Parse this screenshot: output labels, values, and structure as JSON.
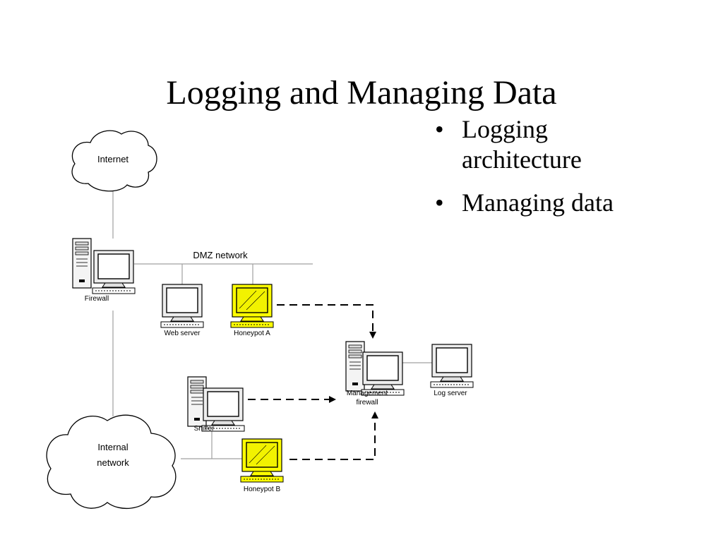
{
  "slide": {
    "title": "Logging and Managing Data",
    "bullets": [
      {
        "marker": "•",
        "text": "Logging architecture"
      },
      {
        "marker": "•",
        "text": "Managing data"
      }
    ]
  },
  "diagram": {
    "colors": {
      "line": "#a0a0a0",
      "dashed": "#000000",
      "honeypot_fill": "#ffff00",
      "screen_fill": "#ffffff"
    },
    "icons": {
      "server": "server-tower-icon",
      "monitor": "monitor-icon",
      "cloud": "cloud-icon"
    },
    "clouds": {
      "internet": {
        "label": "Internet"
      },
      "internal": {
        "label_line1": "Internal",
        "label_line2": "network"
      }
    },
    "network_label": "DMZ  network",
    "nodes": {
      "firewall": "Firewall",
      "web_server": "Web server",
      "honeypot_a": "Honeypot A",
      "management_line1": "Management",
      "management_line2": "firewall",
      "log_server": "Log server",
      "sniffer": "Sniffer",
      "honeypot_b": "Honeypot B"
    }
  }
}
